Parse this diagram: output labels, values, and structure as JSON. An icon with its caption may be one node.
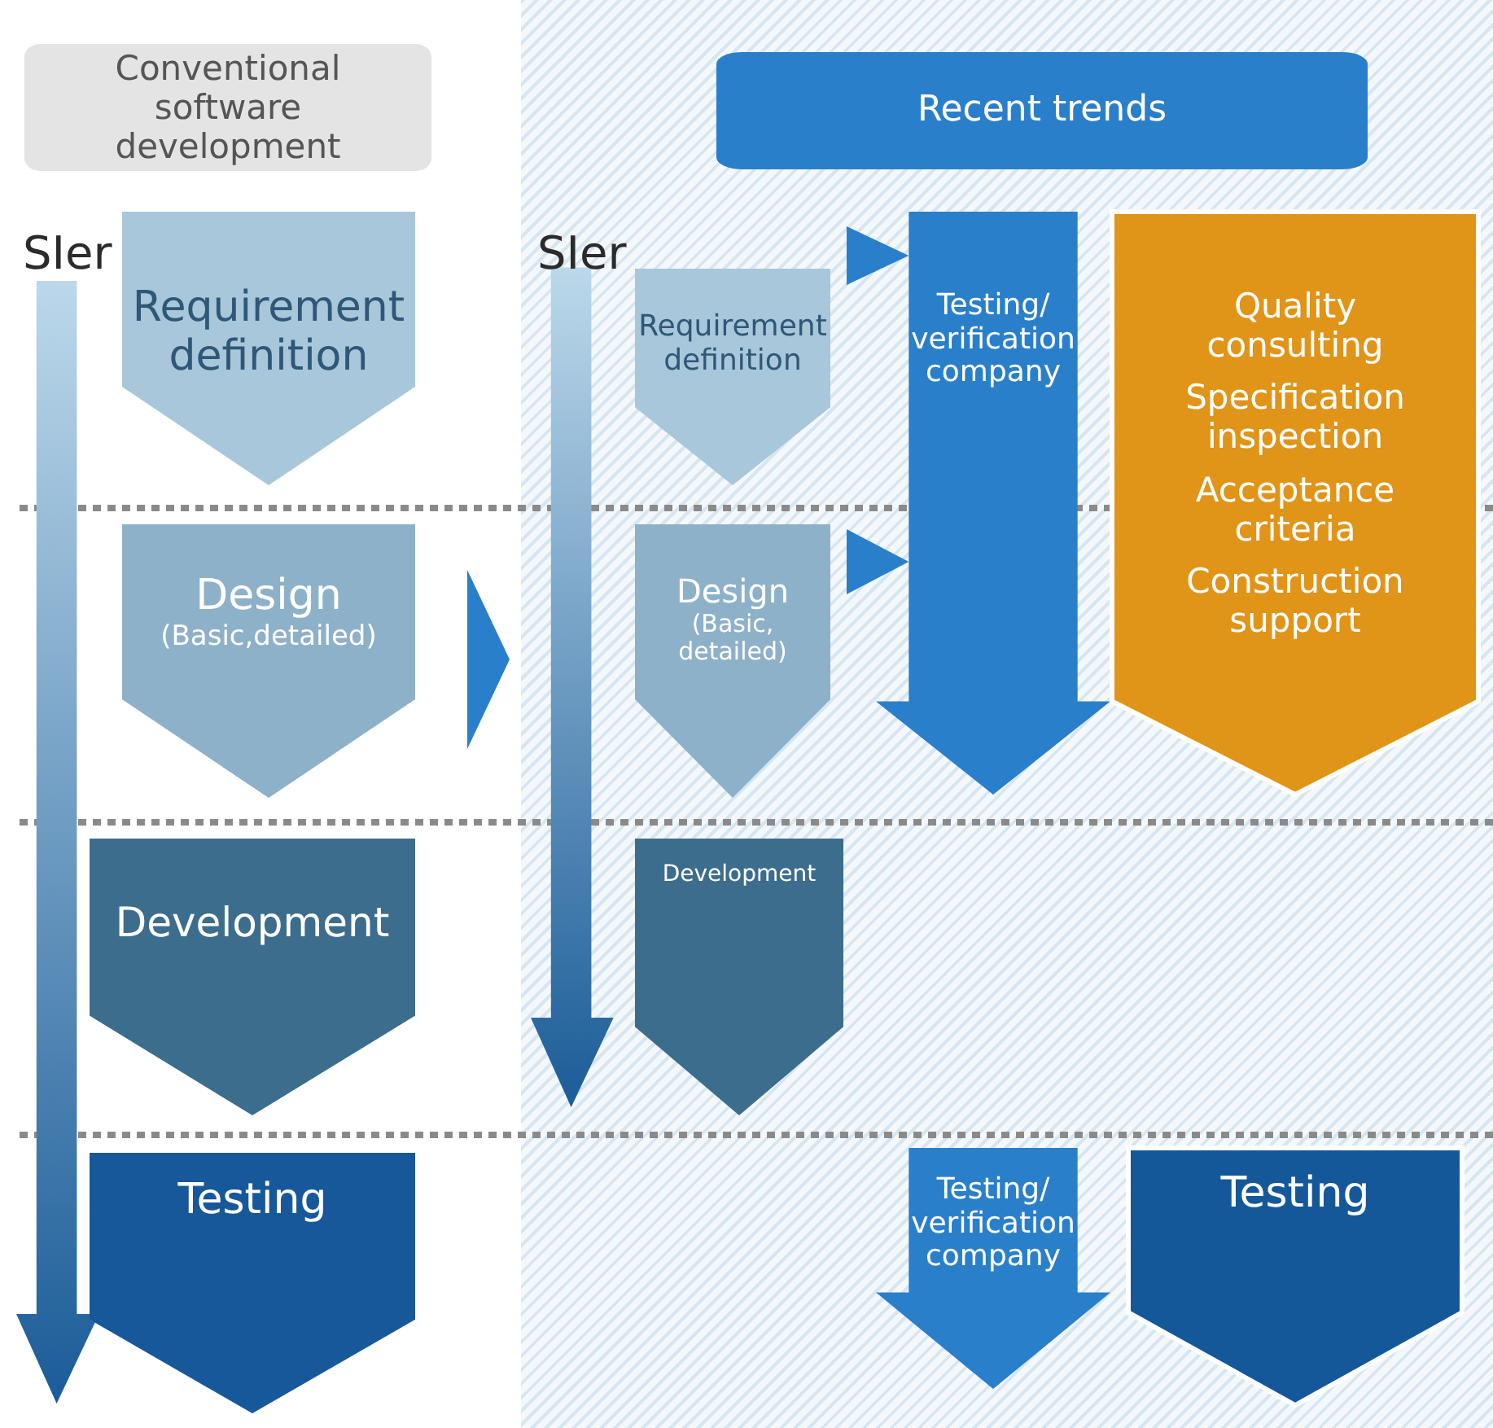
{
  "diagram": {
    "nodes": [
      {
        "text": [
          "Conventional software development"
        ]
      },
      {
        "text": [
          "SIer"
        ]
      },
      {
        "text": [
          "Requirement definition"
        ]
      },
      {
        "text": [
          "Design",
          "(Basic,detailed)"
        ]
      },
      {
        "text": [
          "Development"
        ]
      },
      {
        "text": [
          "Testing"
        ]
      },
      {
        "text": [
          "Recent trends"
        ]
      },
      {
        "text": [
          "SIer"
        ]
      },
      {
        "text": [
          "Requirement definition"
        ]
      },
      {
        "text": [
          "Design",
          "(Basic, detailed)"
        ]
      },
      {
        "text": [
          "Development"
        ]
      },
      {
        "text": [
          "Testing/ verification company"
        ]
      },
      {
        "text": [
          "Quality consulting",
          "Specification inspection",
          "Acceptance criteria",
          "Construction support"
        ]
      },
      {
        "text": [
          "Testing/ verification company"
        ]
      },
      {
        "text": [
          "Testing"
        ]
      }
    ],
    "edges": [
      {
        "from": 3,
        "to": 9,
        "arrow": "to"
      },
      {
        "from": 8,
        "to": 11,
        "arrow": "to"
      },
      {
        "from": 9,
        "to": 11,
        "arrow": "to"
      }
    ]
  }
}
